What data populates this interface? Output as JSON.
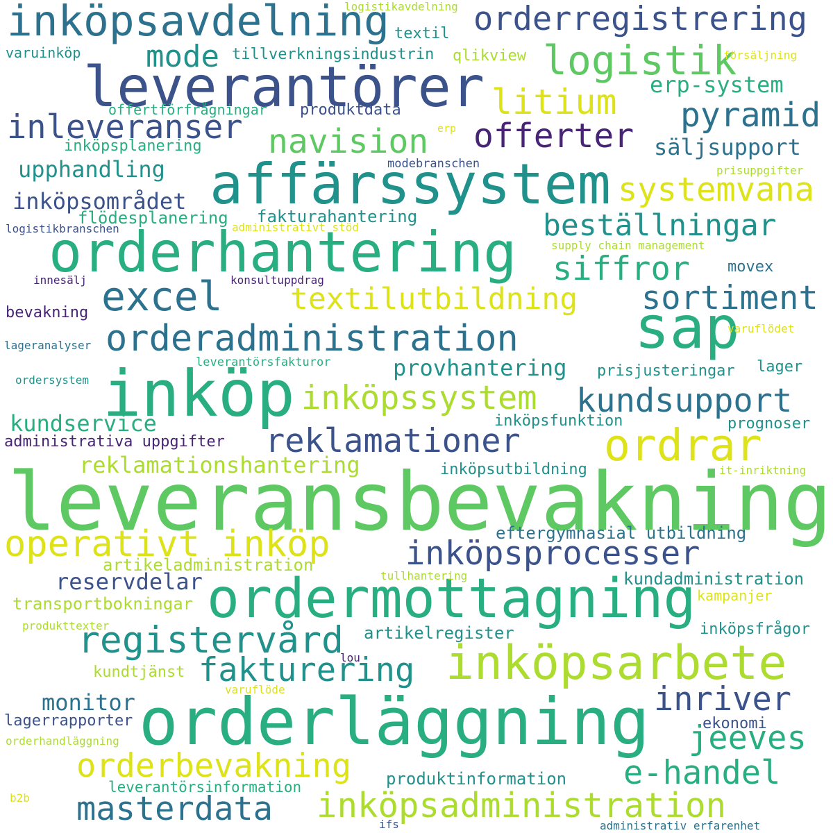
{
  "palette": {
    "purple": "#482475",
    "indigo": "#3b528b",
    "blue": "#2c728e",
    "teal": "#21918c",
    "green": "#28ae80",
    "lightgreen": "#5ec962",
    "lime": "#addc30",
    "yellow": "#dde318"
  },
  "words": [
    {
      "text": "leveransbevakning",
      "color": "lightgreen"
    },
    {
      "text": "orderläggning",
      "color": "green"
    },
    {
      "text": "ordermottagning",
      "color": "green"
    },
    {
      "text": "affärssystem",
      "color": "teal"
    },
    {
      "text": "orderhantering",
      "color": "green"
    },
    {
      "text": "inköp",
      "color": "green"
    },
    {
      "text": "leverantörer",
      "color": "indigo"
    },
    {
      "text": "inköpsarbete",
      "color": "lime"
    },
    {
      "text": "sap",
      "color": "green"
    },
    {
      "text": "orderadministration",
      "color": "blue"
    },
    {
      "text": "inköpsavdelning",
      "color": "blue"
    },
    {
      "text": "inköpsadministration",
      "color": "lime"
    },
    {
      "text": "operativt inköp",
      "color": "yellow"
    },
    {
      "text": "registervård",
      "color": "teal"
    },
    {
      "text": "orderregistrering",
      "color": "indigo"
    },
    {
      "text": "ordrar",
      "color": "yellow"
    },
    {
      "text": "excel",
      "color": "blue"
    },
    {
      "text": "logistik",
      "color": "lightgreen"
    },
    {
      "text": "inköpsprocesser",
      "color": "indigo"
    },
    {
      "text": "masterdata",
      "color": "blue"
    },
    {
      "text": "fakturering",
      "color": "teal"
    },
    {
      "text": "orderbevakning",
      "color": "yellow"
    },
    {
      "text": "inköpssystem",
      "color": "lime"
    },
    {
      "text": "reklamationer",
      "color": "indigo"
    },
    {
      "text": "e-handel",
      "color": "green"
    },
    {
      "text": "systemvana",
      "color": "yellow"
    },
    {
      "text": "kundsupport",
      "color": "blue"
    },
    {
      "text": "inriver",
      "color": "indigo"
    },
    {
      "text": "jeeves",
      "color": "green"
    },
    {
      "text": "inleveranser",
      "color": "indigo"
    },
    {
      "text": "sortiment",
      "color": "blue"
    },
    {
      "text": "textilutbildning",
      "color": "yellow"
    },
    {
      "text": "beställningar",
      "color": "teal"
    },
    {
      "text": "navision",
      "color": "lightgreen"
    },
    {
      "text": "offerter",
      "color": "purple"
    },
    {
      "text": "pyramid",
      "color": "blue"
    },
    {
      "text": "litium",
      "color": "yellow"
    },
    {
      "text": "siffror",
      "color": "green"
    },
    {
      "text": "mode",
      "color": "teal"
    },
    {
      "text": "reservdelar",
      "color": "indigo"
    },
    {
      "text": "monitor",
      "color": "blue"
    },
    {
      "text": "provhantering",
      "color": "teal"
    },
    {
      "text": "reklamationshantering",
      "color": "lime"
    },
    {
      "text": "kundservice",
      "color": "green"
    },
    {
      "text": "upphandling",
      "color": "teal"
    },
    {
      "text": "inköpsområdet",
      "color": "indigo"
    },
    {
      "text": "erp-system",
      "color": "green"
    },
    {
      "text": "säljsupport",
      "color": "blue"
    },
    {
      "text": "kundadministration",
      "color": "teal"
    },
    {
      "text": "eftergymnasial utbildning",
      "color": "blue"
    },
    {
      "text": "artikeladministration",
      "color": "lime"
    },
    {
      "text": "transportbokningar",
      "color": "lime"
    },
    {
      "text": "produktinformation",
      "color": "teal"
    },
    {
      "text": "artikelregister",
      "color": "teal"
    },
    {
      "text": "leverantörsinformation",
      "color": "green"
    },
    {
      "text": "fakturahantering",
      "color": "teal"
    },
    {
      "text": "flödesplanering",
      "color": "green"
    },
    {
      "text": "inköpsplanering",
      "color": "green"
    },
    {
      "text": "produktdata",
      "color": "indigo"
    },
    {
      "text": "inköpsfunktion",
      "color": "teal"
    },
    {
      "text": "inköpsutbildning",
      "color": "teal"
    },
    {
      "text": "administrativa uppgifter",
      "color": "purple"
    },
    {
      "text": "tillverkningsindustrin",
      "color": "teal"
    },
    {
      "text": "prisjusteringar",
      "color": "teal"
    },
    {
      "text": "kundtjänst",
      "color": "lime"
    },
    {
      "text": "lagerrapporter",
      "color": "indigo"
    },
    {
      "text": "inköpsfrågor",
      "color": "teal"
    },
    {
      "text": "ekonomi",
      "color": "indigo"
    },
    {
      "text": "movex",
      "color": "blue"
    },
    {
      "text": "lager",
      "color": "teal"
    },
    {
      "text": "prognoser",
      "color": "teal"
    },
    {
      "text": "kampanjer",
      "color": "yellow"
    },
    {
      "text": "bevakning",
      "color": "purple"
    },
    {
      "text": "textil",
      "color": "teal"
    },
    {
      "text": "qlikview",
      "color": "lime"
    },
    {
      "text": "varuinköp",
      "color": "teal"
    },
    {
      "text": "offertförfrågningar",
      "color": "green"
    },
    {
      "text": "modebranschen",
      "color": "indigo"
    },
    {
      "text": "leverantörsfakturor",
      "color": "green"
    },
    {
      "text": "logistikavdelning",
      "color": "lime"
    },
    {
      "text": "administrativt stöd",
      "color": "yellow"
    },
    {
      "text": "logistikbranschen",
      "color": "indigo"
    },
    {
      "text": "supply chain management",
      "color": "lime"
    },
    {
      "text": "innesälj",
      "color": "purple"
    },
    {
      "text": "konsultuppdrag",
      "color": "purple"
    },
    {
      "text": "lageranalyser",
      "color": "blue"
    },
    {
      "text": "ordersystem",
      "color": "teal"
    },
    {
      "text": "försäljning",
      "color": "yellow"
    },
    {
      "text": "prisuppgifter",
      "color": "lime"
    },
    {
      "text": "varuflödet",
      "color": "yellow"
    },
    {
      "text": "it-inriktning",
      "color": "lime"
    },
    {
      "text": "tullhantering",
      "color": "lime"
    },
    {
      "text": "produkttexter",
      "color": "lime"
    },
    {
      "text": "orderhandläggning",
      "color": "lime"
    },
    {
      "text": "varuflöde",
      "color": "yellow"
    },
    {
      "text": "lou",
      "color": "purple"
    },
    {
      "text": "erp",
      "color": "yellow"
    },
    {
      "text": "b2b",
      "color": "yellow"
    },
    {
      "text": "ifs",
      "color": "indigo"
    },
    {
      "text": "administrativ erfarenhet",
      "color": "blue"
    }
  ]
}
